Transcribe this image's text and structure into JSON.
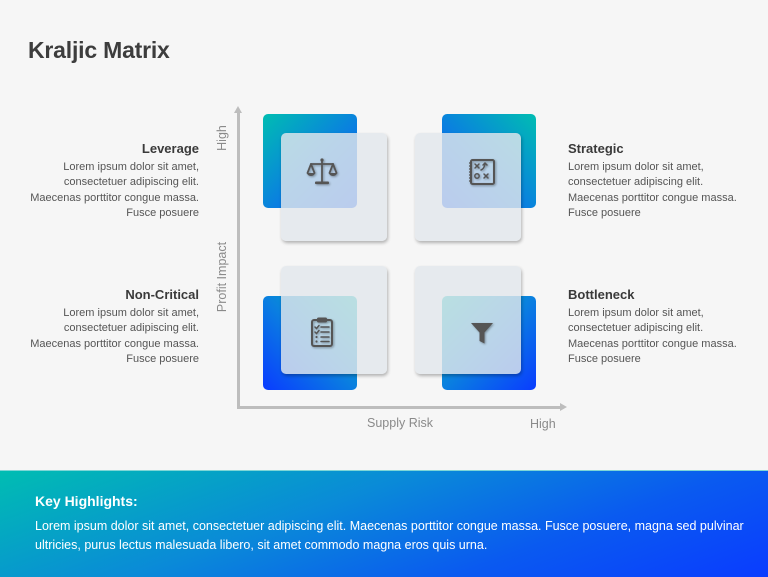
{
  "title": "Kraljic Matrix",
  "axes": {
    "y_label": "Profit Impact",
    "y_high": "High",
    "x_label": "Supply Risk",
    "x_high": "High"
  },
  "quadrants": [
    {
      "id": "leverage",
      "position": "top-left",
      "heading": "Leverage",
      "icon": "scales-icon",
      "text": "Lorem ipsum dolor sit amet, consectetuer adipiscing elit. Maecenas porttitor congue massa. Fusce posuere"
    },
    {
      "id": "strategic",
      "position": "top-right",
      "heading": "Strategic",
      "icon": "strategy-board-icon",
      "text": "Lorem ipsum dolor sit amet, consectetuer adipiscing elit. Maecenas porttitor congue massa. Fusce posuere"
    },
    {
      "id": "non-critical",
      "position": "bottom-left",
      "heading": "Non-Critical",
      "icon": "clipboard-checklist-icon",
      "text": "Lorem ipsum dolor sit amet, consectetuer adipiscing elit. Maecenas porttitor congue massa. Fusce posuere"
    },
    {
      "id": "bottleneck",
      "position": "bottom-right",
      "heading": "Bottleneck",
      "icon": "funnel-icon",
      "text": "Lorem ipsum dolor sit amet, consectetuer adipiscing elit. Maecenas porttitor congue massa. Fusce posuere"
    }
  ],
  "footer": {
    "heading": "Key Highlights:",
    "text": "Lorem ipsum dolor sit amet, consectetuer adipiscing elit.  Maecenas porttitor congue massa. Fusce posuere, magna sed pulvinar ultricies, purus lectus malesuada libero, sit amet commodo magna eros quis urna."
  },
  "colors": {
    "teal": "#00bdb2",
    "blue": "#0a3cff",
    "title": "#3d3d3d",
    "axis": "#bdbdbd"
  }
}
